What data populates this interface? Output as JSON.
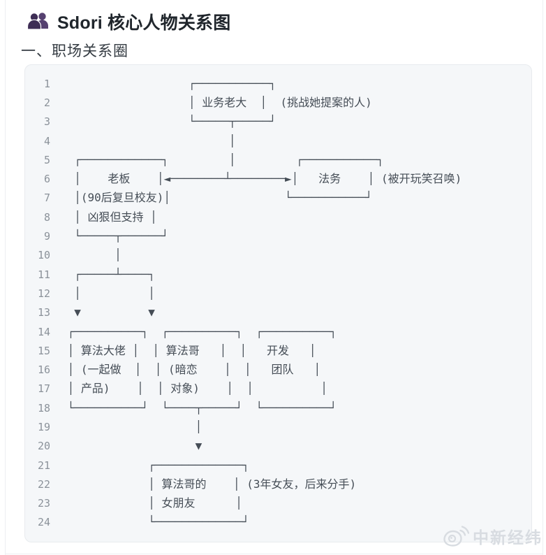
{
  "header": {
    "title": "Sdori 核心人物关系图",
    "icon": "people-icon"
  },
  "section": {
    "title": "一、职场关系圈"
  },
  "code_block": {
    "lines": [
      {
        "num": "1",
        "text": "                   ┌───────────┐"
      },
      {
        "num": "2",
        "text": "                   │ 业务老大  │  (挑战她提案的人)"
      },
      {
        "num": "3",
        "text": "                   └─────┬─────┘"
      },
      {
        "num": "4",
        "text": "                         │"
      },
      {
        "num": "5",
        "text": "  ┌────────────┐         │         ┌───────────┐"
      },
      {
        "num": "6",
        "text": "  │    老板    │◄────────┴────────►│   法务    │ (被开玩笑召唤)"
      },
      {
        "num": "7",
        "text": "  │(90后复旦校友)│                 └───────────┘"
      },
      {
        "num": "8",
        "text": "  │ 凶狠但支持 │"
      },
      {
        "num": "9",
        "text": "  └─────┬──────┘"
      },
      {
        "num": "10",
        "text": "        │"
      },
      {
        "num": "11",
        "text": "  ┌─────┴────┐"
      },
      {
        "num": "12",
        "text": "  │          │"
      },
      {
        "num": "13",
        "text": "  ▼          ▼"
      },
      {
        "num": "14",
        "text": " ┌──────────┐  ┌──────────┐  ┌──────────┐"
      },
      {
        "num": "15",
        "text": " │ 算法大佬 │  │ 算法哥   │  │   开发   │"
      },
      {
        "num": "16",
        "text": " │ (一起做  │  │ (暗恋    │  │   团队   │"
      },
      {
        "num": "17",
        "text": " │ 产品)    │  │ 对象)    │  │          │"
      },
      {
        "num": "18",
        "text": " └──────────┘  └────┬─────┘  └──────────┘"
      },
      {
        "num": "19",
        "text": "                    │"
      },
      {
        "num": "20",
        "text": "                    ▼"
      },
      {
        "num": "21",
        "text": "             ┌─────────────┐"
      },
      {
        "num": "22",
        "text": "             │ 算法哥的    │ (3年女友，后来分手)"
      },
      {
        "num": "23",
        "text": "             │ 女朋友      │"
      },
      {
        "num": "24",
        "text": "             └─────────────┘"
      }
    ]
  },
  "diagram": {
    "nodes": [
      {
        "id": "business-boss",
        "label": "业务老大",
        "annotation": "(挑战她提案的人)"
      },
      {
        "id": "boss",
        "label": "老板",
        "notes": [
          "(90后复旦校友)",
          "凶狠但支持"
        ]
      },
      {
        "id": "legal",
        "label": "法务",
        "annotation": "(被开玩笑召唤)"
      },
      {
        "id": "algo-dalao",
        "label": "算法大佬",
        "notes": [
          "(一起做",
          "产品)"
        ]
      },
      {
        "id": "algo-bro",
        "label": "算法哥",
        "notes": [
          "(暗恋",
          "对象)"
        ]
      },
      {
        "id": "dev-team",
        "label": "开发",
        "notes": [
          "团队"
        ]
      },
      {
        "id": "algo-bro-girlfriend",
        "label": "算法哥的",
        "notes": [
          "女朋友"
        ],
        "annotation": "(3年女友，后来分手)"
      }
    ],
    "edges": [
      {
        "from": "business-boss",
        "to": "boss",
        "type": "line"
      },
      {
        "from": "boss",
        "to": "legal",
        "type": "double-arrow"
      },
      {
        "from": "boss",
        "to": "algo-dalao",
        "type": "arrow"
      },
      {
        "from": "boss",
        "to": "algo-bro",
        "type": "arrow"
      },
      {
        "from": "algo-bro",
        "to": "algo-bro-girlfriend",
        "type": "arrow"
      }
    ]
  },
  "watermark": {
    "text": "中新经纬",
    "icon": "weibo-logo-icon"
  },
  "colors": {
    "title-color": "#20262c",
    "subtitle-color": "#343b42",
    "icon-accent": "#3e2d55",
    "icon-accent-2": "#564170",
    "code-bg": "#f5f7f9",
    "code-border": "#e8ebee",
    "code-text": "#454d56",
    "line-number": "#8b929a",
    "watermark": "#d8dce1",
    "hairline": "#edeff2"
  }
}
